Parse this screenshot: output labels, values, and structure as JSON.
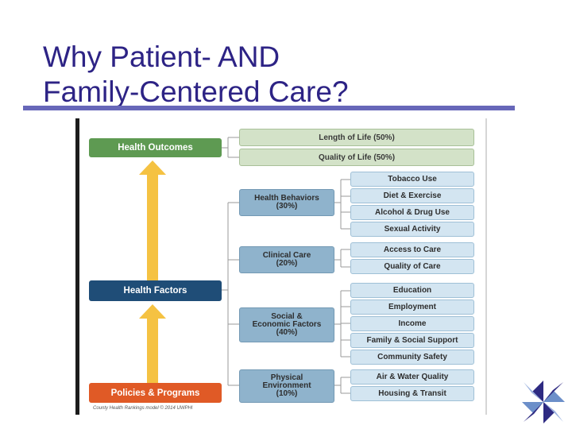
{
  "slide": {
    "title_line1": "Why Patient- AND",
    "title_line2": "Family-Centered Care?"
  },
  "diagram": {
    "levels": {
      "outcomes": "Health Outcomes",
      "factors": "Health Factors",
      "programs": "Policies & Programs"
    },
    "outcomes": [
      "Length of Life (50%)",
      "Quality of Life (50%)"
    ],
    "factor_groups": [
      {
        "label": "Health Behaviors\n(30%)",
        "items": [
          "Tobacco Use",
          "Diet & Exercise",
          "Alcohol & Drug Use",
          "Sexual Activity"
        ]
      },
      {
        "label": "Clinical Care\n(20%)",
        "items": [
          "Access to Care",
          "Quality of Care"
        ]
      },
      {
        "label": "Social &\nEconomic Factors\n(40%)",
        "items": [
          "Education",
          "Employment",
          "Income",
          "Family & Social Support",
          "Community Safety"
        ]
      },
      {
        "label": "Physical\nEnvironment\n(10%)",
        "items": [
          "Air & Water Quality",
          "Housing & Transit"
        ]
      }
    ],
    "credit": "County Health Rankings model © 2014 UWPHI",
    "colors": {
      "outcomes": "#5e9a52",
      "factors": "#1f4d77",
      "programs": "#e05a26",
      "arrow": "#f5c242"
    }
  },
  "logo": {
    "icon": "pinwheel-icon"
  }
}
